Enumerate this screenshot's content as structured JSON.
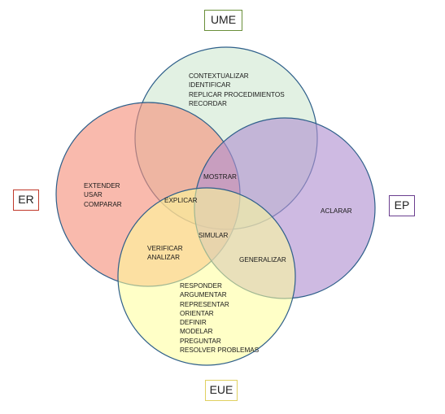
{
  "sets": {
    "ume": {
      "label": "UME",
      "fill": "#d8ecd9",
      "stroke": "#2e5f8a"
    },
    "er": {
      "label": "ER",
      "fill": "#f5907a",
      "stroke": "#2e5f8a"
    },
    "ep": {
      "label": "EP",
      "fill": "#b08fd0",
      "stroke": "#2e5f8a"
    },
    "eue": {
      "label": "EUE",
      "fill": "#ffff99",
      "stroke": "#2e5f8a"
    }
  },
  "regions": {
    "ume_only": [
      "CONTEXTUALIZAR",
      "IDENTIFICAR",
      "REPLICAR PROCEDIMIENTOS",
      "RECORDAR"
    ],
    "er_only": [
      "EXTENDER",
      "USAR",
      "COMPARAR"
    ],
    "ume_er_ep": [
      "MOSTRAR"
    ],
    "ume_er_eue": [
      "EXPLICAR"
    ],
    "all_four": [
      "SIMULAR"
    ],
    "ep_only": [
      "ACLARAR"
    ],
    "er_eue": [
      "VERIFICAR",
      "ANALIZAR"
    ],
    "ep_eue": [
      "GENERALIZAR"
    ],
    "eue_only": [
      "RESPONDER",
      "ARGUMENTAR",
      "REPRESENTAR",
      "ORIENTAR",
      "DEFINIR",
      "MODELAR",
      "PREGUNTAR",
      "RESOLVER PROBLEMAS"
    ]
  }
}
